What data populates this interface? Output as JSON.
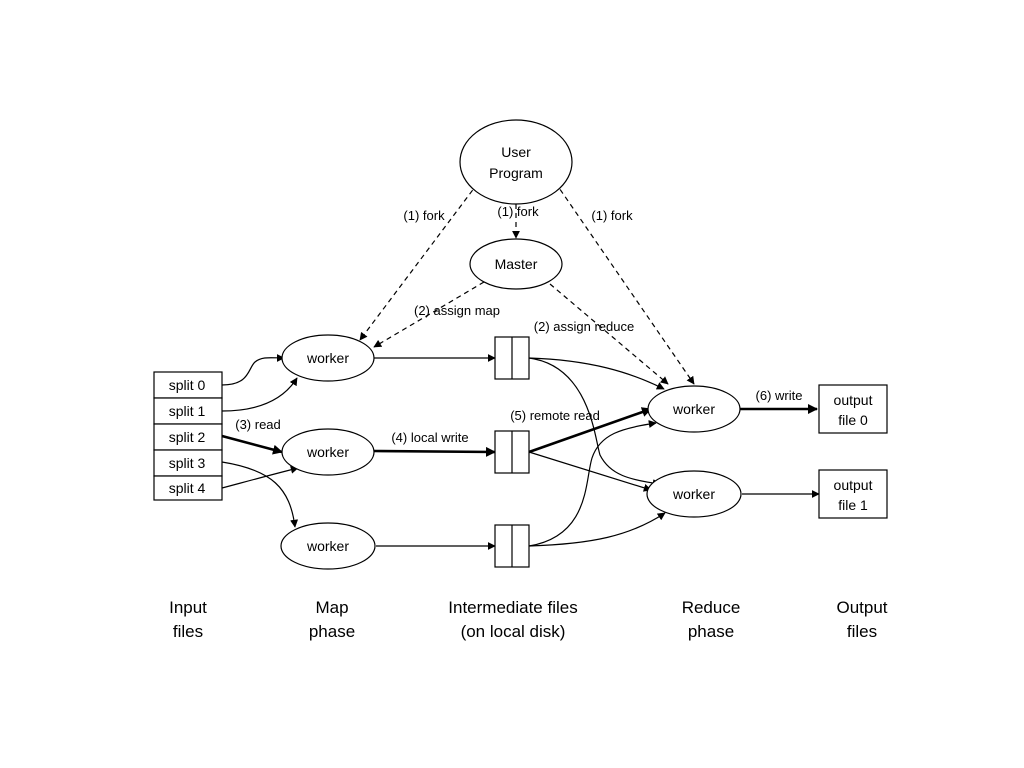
{
  "nodes": {
    "user_program": [
      "User",
      "Program"
    ],
    "master": "Master",
    "map_workers": [
      "worker",
      "worker",
      "worker"
    ],
    "reduce_workers": [
      "worker",
      "worker"
    ],
    "splits": [
      "split 0",
      "split 1",
      "split 2",
      "split 3",
      "split 4"
    ],
    "output_files": [
      [
        "output",
        "file 0"
      ],
      [
        "output",
        "file 1"
      ]
    ]
  },
  "edge_labels": {
    "fork_left": "(1) fork",
    "fork_center": "(1) fork",
    "fork_right": "(1) fork",
    "assign_map": "(2) assign map",
    "assign_reduce": "(2) assign reduce",
    "read": "(3) read",
    "local_write": "(4) local write",
    "remote_read": "(5) remote read",
    "write": "(6) write"
  },
  "phases": [
    [
      "Input",
      "files"
    ],
    [
      "Map",
      "phase"
    ],
    [
      "Intermediate files",
      "(on local disk)"
    ],
    [
      "Reduce",
      "phase"
    ],
    [
      "Output",
      "files"
    ]
  ]
}
